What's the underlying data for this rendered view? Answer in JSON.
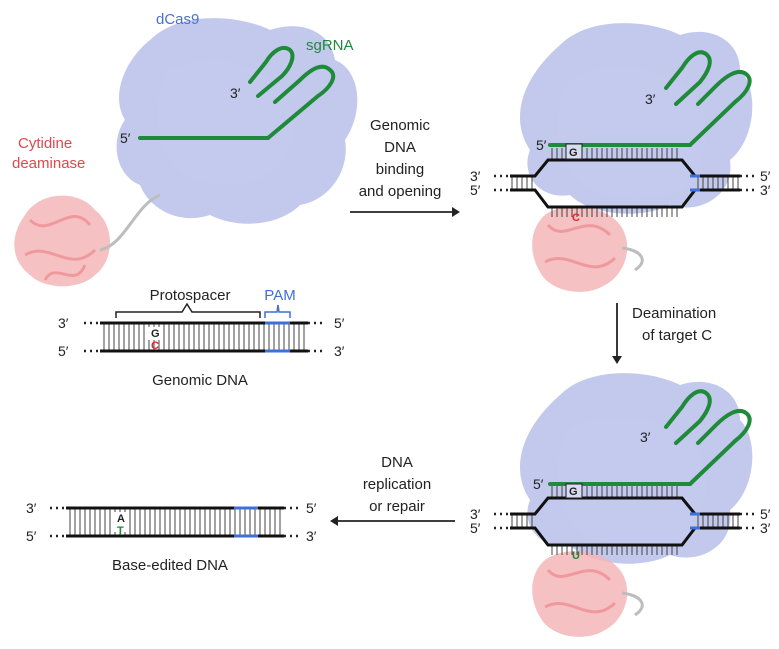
{
  "labels": {
    "dcas9": "dCas9",
    "sgrna": "sgRNA",
    "cytidine": "Cytidine",
    "deaminase": "deaminase",
    "protospacer": "Protospacer",
    "pam": "PAM",
    "genomic_dna": "Genomic DNA",
    "base_edited_dna": "Base-edited DNA"
  },
  "ends": {
    "three": "3′",
    "five": "5′"
  },
  "steps": {
    "binding": [
      "Genomic",
      "DNA",
      "binding",
      "and opening"
    ],
    "deamination": [
      "Deamination",
      "of target C"
    ],
    "replication": [
      "DNA",
      "replication",
      "or repair"
    ]
  },
  "bases": {
    "g": "G",
    "c": "C",
    "u": "U",
    "a": "A",
    "t": "T"
  },
  "colors": {
    "dcas9": "#4a6fd0",
    "sgrna": "#1f8a3a",
    "deaminase": "#e0484c",
    "pam": "#3f6fd8",
    "target_c": "#e0282c",
    "edited_t": "#1f8a3a"
  }
}
